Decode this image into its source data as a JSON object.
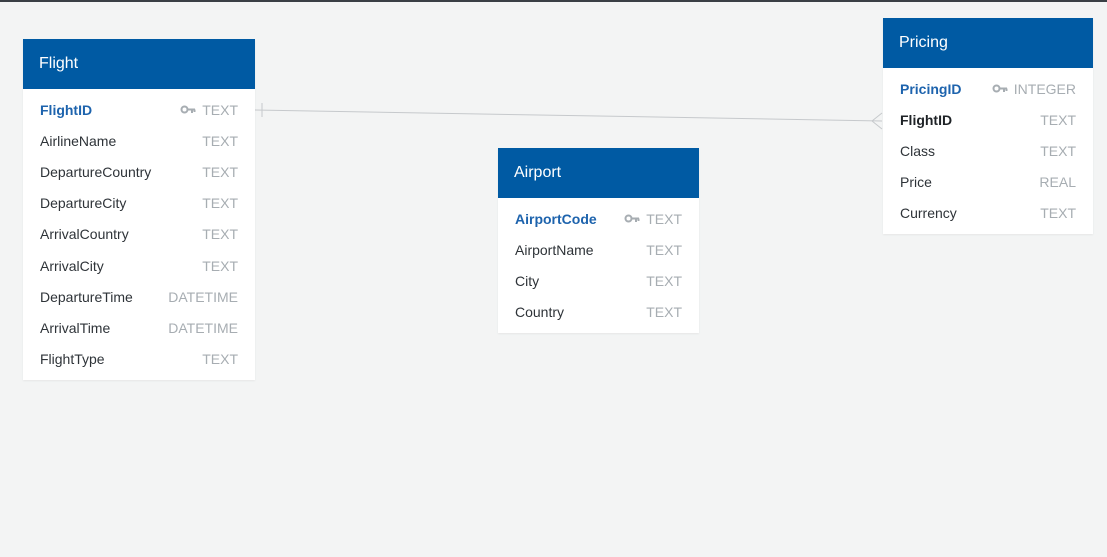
{
  "colors": {
    "canvas": "#f3f4f4",
    "header": "#005aa3",
    "primary_key": "#1d63ad",
    "type_text": "#a7adb2",
    "relation_line": "#c6c9cc"
  },
  "tables": {
    "flight": {
      "name": "Flight",
      "columns": [
        {
          "name": "FlightID",
          "type": "TEXT",
          "key": "primary",
          "icon": "key-icon"
        },
        {
          "name": "AirlineName",
          "type": "TEXT"
        },
        {
          "name": "DepartureCountry",
          "type": "TEXT"
        },
        {
          "name": "DepartureCity",
          "type": "TEXT"
        },
        {
          "name": "ArrivalCountry",
          "type": "TEXT"
        },
        {
          "name": "ArrivalCity",
          "type": "TEXT"
        },
        {
          "name": "DepartureTime",
          "type": "DATETIME"
        },
        {
          "name": "ArrivalTime",
          "type": "DATETIME"
        },
        {
          "name": "FlightType",
          "type": "TEXT"
        }
      ]
    },
    "airport": {
      "name": "Airport",
      "columns": [
        {
          "name": "AirportCode",
          "type": "TEXT",
          "key": "primary",
          "icon": "key-icon"
        },
        {
          "name": "AirportName",
          "type": "TEXT"
        },
        {
          "name": "City",
          "type": "TEXT"
        },
        {
          "name": "Country",
          "type": "TEXT"
        }
      ]
    },
    "pricing": {
      "name": "Pricing",
      "columns": [
        {
          "name": "PricingID",
          "type": "INTEGER",
          "key": "primary",
          "icon": "key-icon"
        },
        {
          "name": "FlightID",
          "type": "TEXT",
          "key": "foreign"
        },
        {
          "name": "Class",
          "type": "TEXT"
        },
        {
          "name": "Price",
          "type": "REAL"
        },
        {
          "name": "Currency",
          "type": "TEXT"
        }
      ]
    }
  },
  "relations": [
    {
      "from": "Flight.FlightID",
      "to": "Pricing.FlightID",
      "from_end": "one",
      "to_end": "many"
    }
  ]
}
